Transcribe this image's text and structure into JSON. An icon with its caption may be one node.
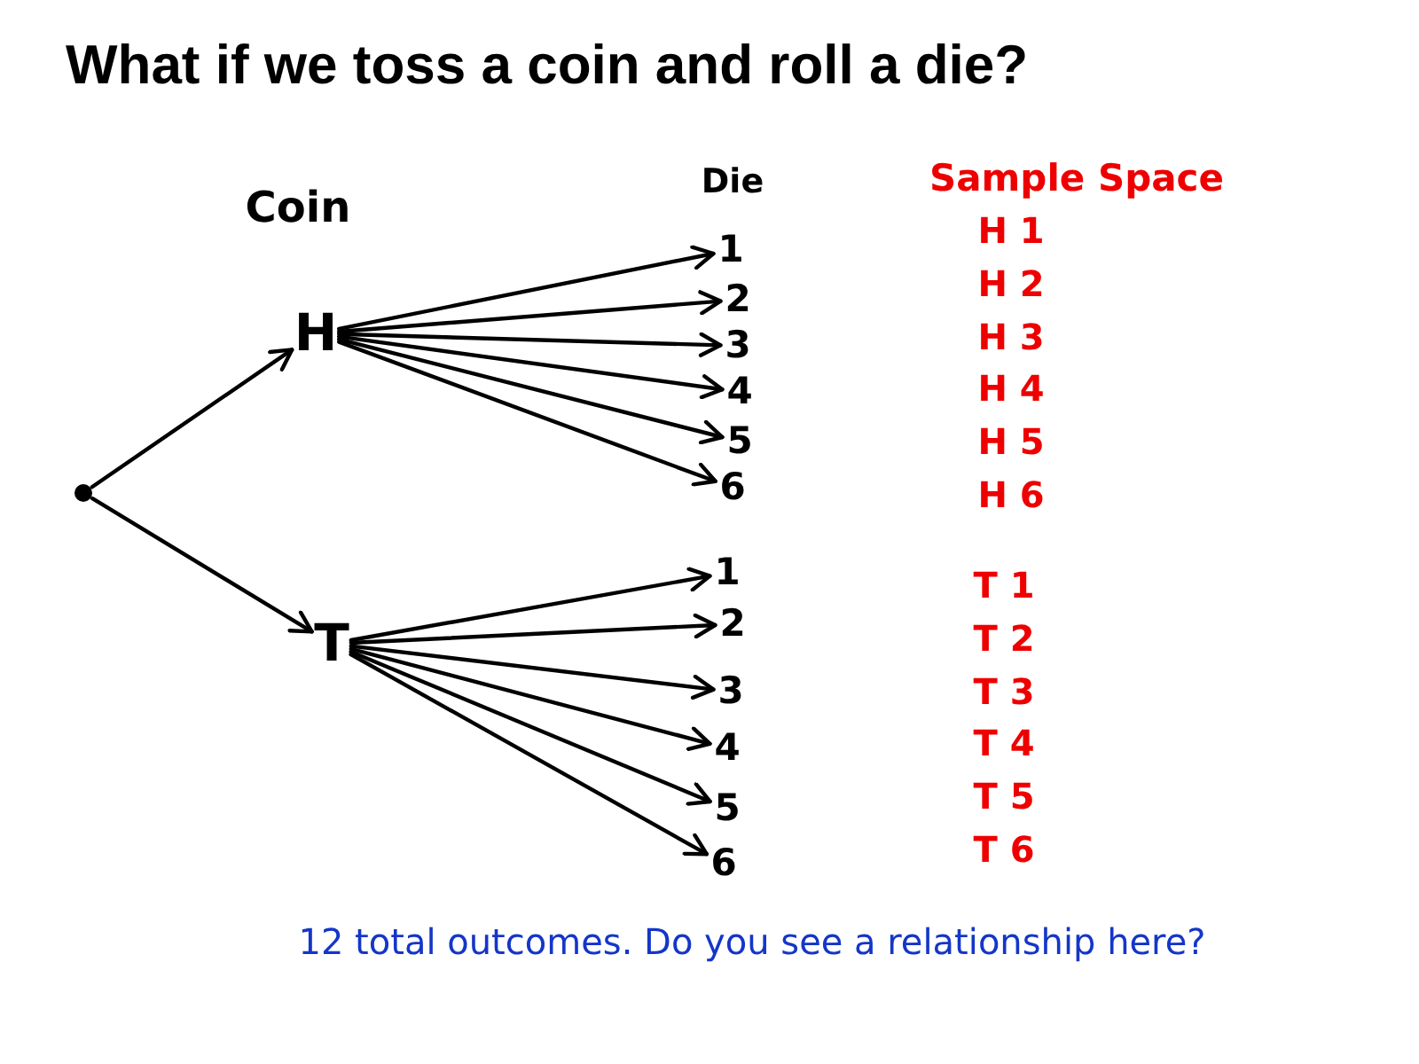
{
  "diagram": {
    "title": "What if we toss a coin and roll a die?",
    "caption": "12 total outcomes. Do you see a relationship here?",
    "nodes": [
      {
        "text": [],
        "shape": "circle"
      },
      {
        "text": [
          "H"
        ]
      },
      {
        "text": [
          "T"
        ]
      },
      {
        "text": [
          "1"
        ]
      },
      {
        "text": [
          "2"
        ]
      },
      {
        "text": [
          "3"
        ]
      },
      {
        "text": [
          "4"
        ]
      },
      {
        "text": [
          "5"
        ]
      },
      {
        "text": [
          "6"
        ]
      },
      {
        "text": [
          "1"
        ]
      },
      {
        "text": [
          "2"
        ]
      },
      {
        "text": [
          "3"
        ]
      },
      {
        "text": [
          "4"
        ]
      },
      {
        "text": [
          "5"
        ]
      },
      {
        "text": [
          "6"
        ]
      }
    ],
    "edges": [
      {
        "from": 0,
        "to": 1,
        "arrow": "to"
      },
      {
        "from": 0,
        "to": 2,
        "arrow": "to"
      },
      {
        "from": 1,
        "to": 3,
        "arrow": "to"
      },
      {
        "from": 1,
        "to": 4,
        "arrow": "to"
      },
      {
        "from": 1,
        "to": 5,
        "arrow": "to"
      },
      {
        "from": 1,
        "to": 6,
        "arrow": "to"
      },
      {
        "from": 1,
        "to": 7,
        "arrow": "to"
      },
      {
        "from": 1,
        "to": 8,
        "arrow": "to"
      },
      {
        "from": 2,
        "to": 9,
        "arrow": "to"
      },
      {
        "from": 2,
        "to": 10,
        "arrow": "to"
      },
      {
        "from": 2,
        "to": 11,
        "arrow": "to"
      },
      {
        "from": 2,
        "to": 12,
        "arrow": "to"
      },
      {
        "from": 2,
        "to": 13,
        "arrow": "to"
      },
      {
        "from": 2,
        "to": 14,
        "arrow": "to"
      }
    ],
    "labels": [
      "Coin",
      "Die",
      "Sample Space",
      "H 1",
      "H 2",
      "H 3",
      "H 4",
      "H 5",
      "H 6",
      "T 1",
      "T 2",
      "T 3",
      "T 4",
      "T 5",
      "T 6"
    ]
  }
}
